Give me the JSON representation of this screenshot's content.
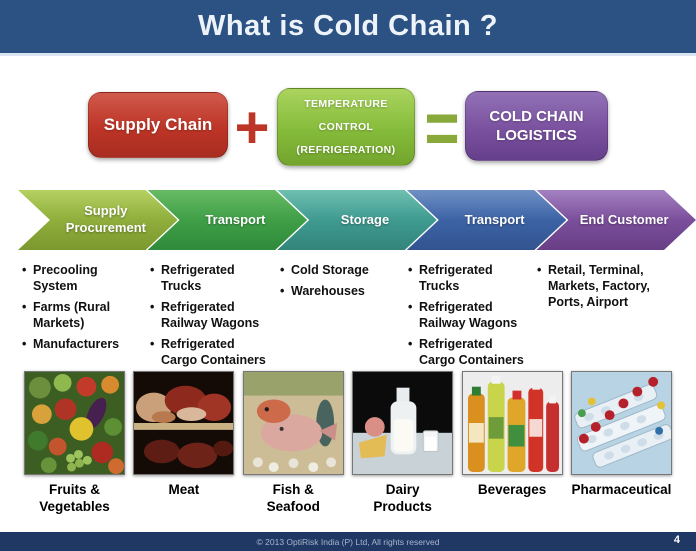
{
  "title": "What is Cold Chain ?",
  "equation": {
    "supply_chain": "Supply Chain",
    "plus_sign": "+",
    "temperature_control_lines": [
      "TEMPERATURE",
      "CONTROL",
      "(REFRIGERATION)"
    ],
    "equals_sign": "=",
    "result": "COLD CHAIN LOGISTICS"
  },
  "stages": [
    {
      "label": "Supply Procurement",
      "color": "#8fae3c",
      "items": [
        "Precooling System",
        "Farms (Rural Markets)",
        "Manufacturers"
      ]
    },
    {
      "label": "Transport",
      "color": "#3f9f47",
      "items": [
        "Refrigerated Trucks",
        "Refrigerated Railway Wagons",
        "Refrigerated Cargo Containers"
      ]
    },
    {
      "label": "Storage",
      "color": "#3f9a90",
      "items": [
        "Cold Storage",
        "Warehouses"
      ]
    },
    {
      "label": "Transport",
      "color": "#3d63a5",
      "items": [
        "Refrigerated Trucks",
        "Refrigerated Railway Wagons",
        "Refrigerated Cargo Containers"
      ]
    },
    {
      "label": "End Customer",
      "color": "#7b4f9b",
      "items": [
        "Retail, Terminal, Markets, Factory, Ports, Airport"
      ]
    }
  ],
  "categories": [
    {
      "label": "Fruits & Vegetables"
    },
    {
      "label": "Meat"
    },
    {
      "label": "Fish & Seafood"
    },
    {
      "label": "Dairy Products"
    },
    {
      "label": "Beverages"
    },
    {
      "label": "Pharmaceutical"
    }
  ],
  "footer": {
    "copyright": "© 2013 OptiRisk India (P) Ltd, All rights reserved",
    "page_number": "4"
  },
  "colors": {
    "title_bar": "#2b5283",
    "footer_bar": "#203864",
    "supply_chain_box": "#bd3527",
    "temperature_box": "#85bb3a",
    "logistics_box": "#7a519f",
    "plus_sign": "#bd3527",
    "equals_sign": "#8aa93b"
  }
}
